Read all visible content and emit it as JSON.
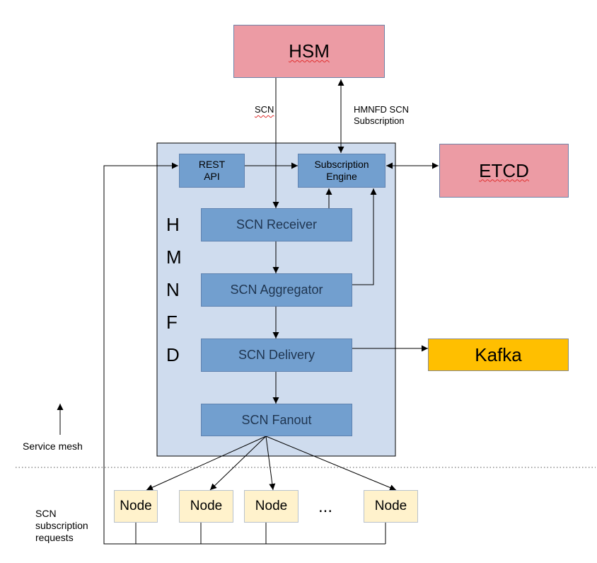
{
  "boxes": {
    "hsm": "HSM",
    "etcd": "ETCD",
    "kafka": "Kafka",
    "rest_api": "REST\nAPI",
    "subscription_engine": "Subscription\nEngine",
    "scn_receiver": "SCN Receiver",
    "scn_aggregator": "SCN Aggregator",
    "scn_delivery": "SCN Delivery",
    "scn_fanout": "SCN Fanout"
  },
  "hmnfd_letters": [
    "H",
    "M",
    "N",
    "F",
    "D"
  ],
  "labels": {
    "scn_from_hsm": "SCN",
    "hmnfd_scn_subscription": "HMNFD SCN\nSubscription",
    "service_mesh": "Service mesh",
    "scn_subscription_requests": "SCN\nsubscription\nrequests",
    "ellipsis": "..."
  },
  "nodes": [
    "Node",
    "Node",
    "Node",
    "Node"
  ],
  "colors": {
    "external_box": "#ec9ba4",
    "hmnfd_container": "#cfdcee",
    "inner_box": "#729fcf",
    "kafka_box": "#ffbf00",
    "node_box": "#fff2cc"
  }
}
